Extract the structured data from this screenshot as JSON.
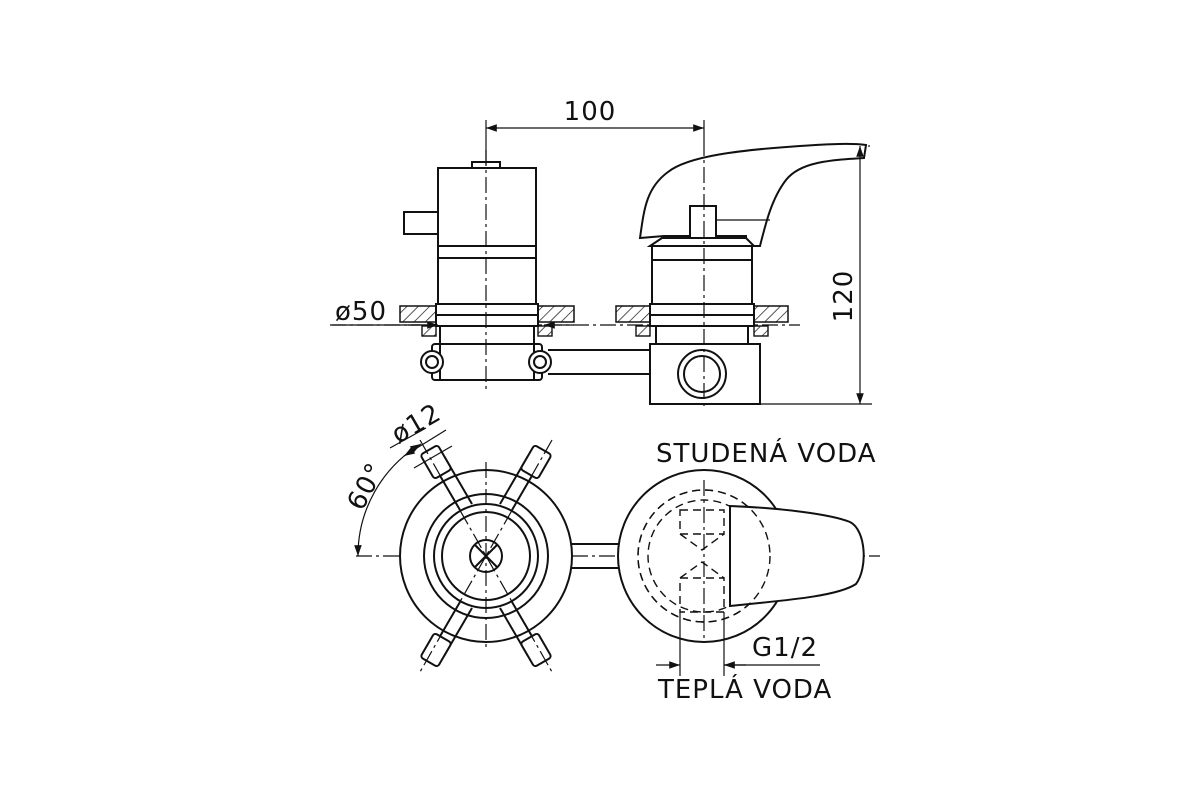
{
  "dimensions": {
    "width_top": "100",
    "height_right": "120",
    "diameter_escutcheon": "ø50",
    "diameter_handle_end": "ø12",
    "angle_handle": "60°",
    "thread": "G1/2"
  },
  "labels": {
    "cold_water": "STUDENÁ VODA",
    "hot_water": "TEPLÁ VODA"
  }
}
